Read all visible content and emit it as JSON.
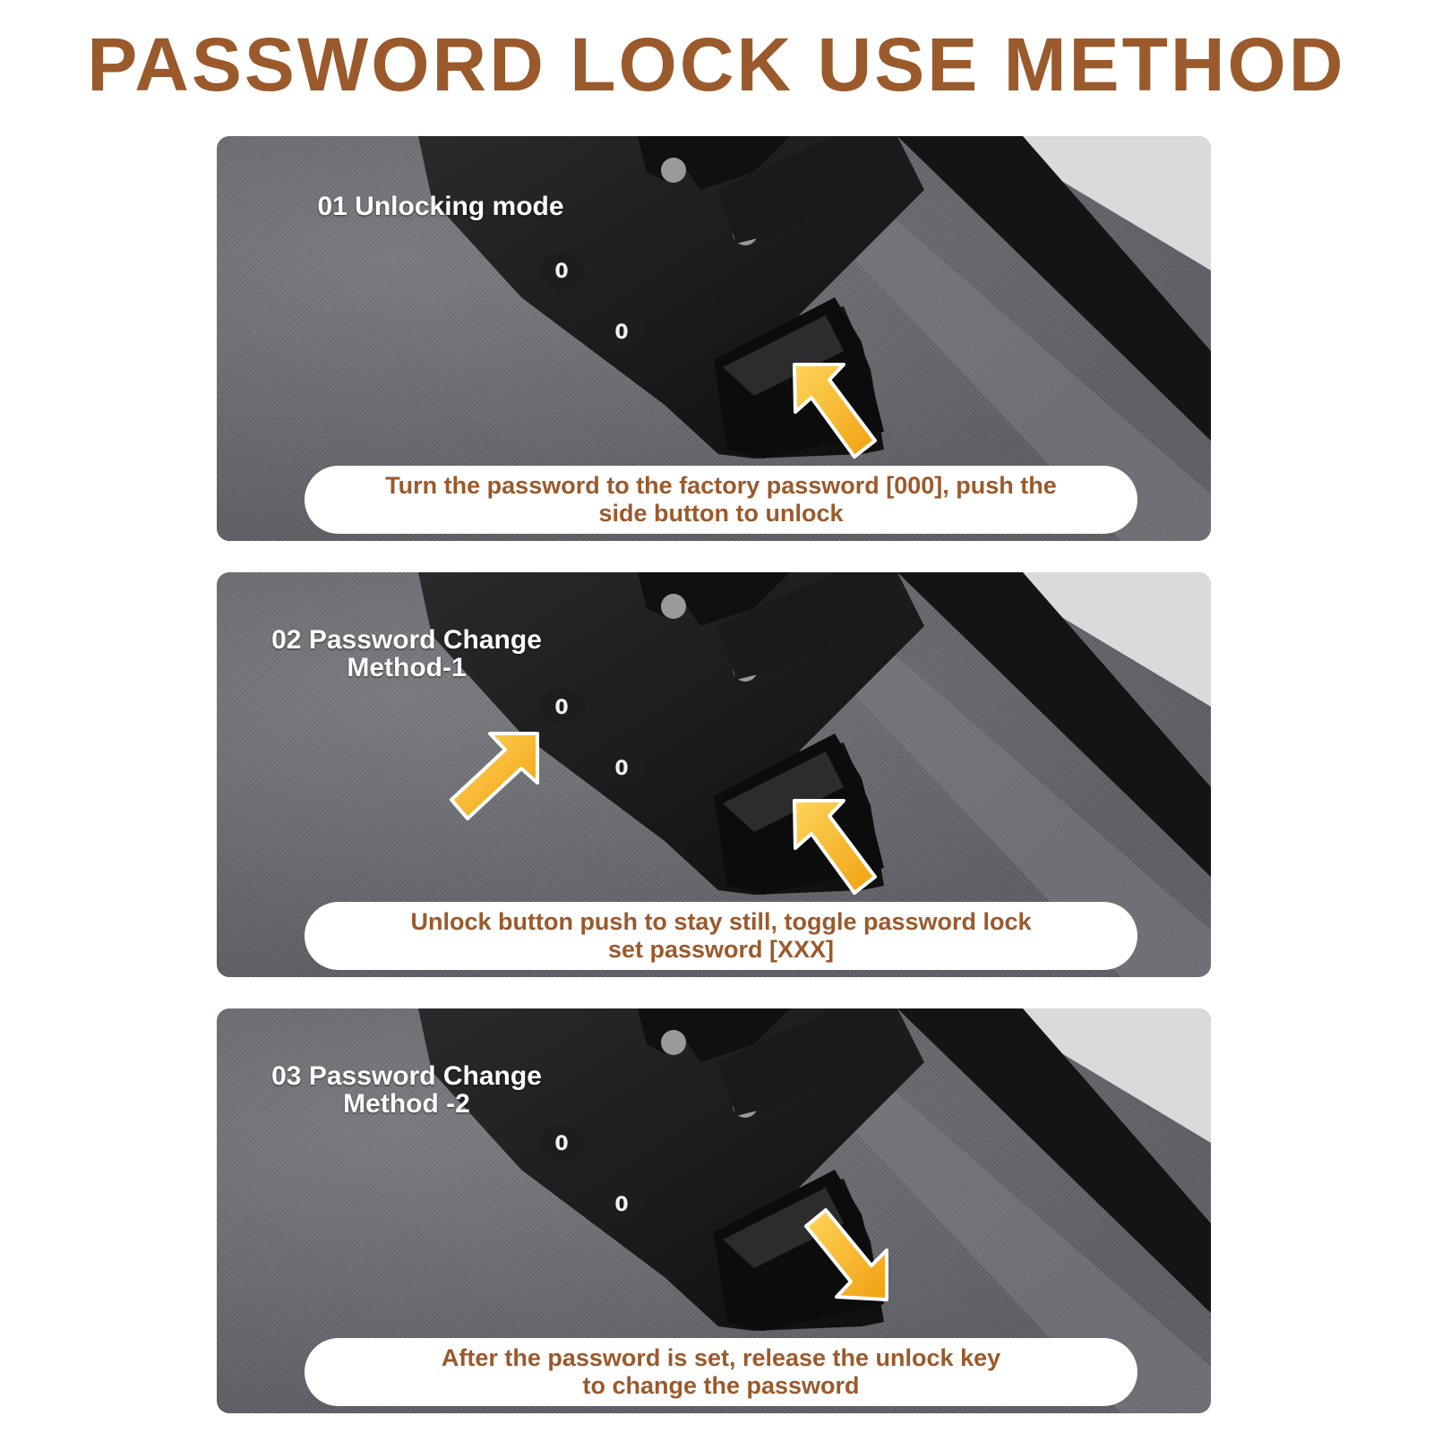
{
  "title": "PASSWORD LOCK USE METHOD",
  "colors": {
    "brand_brown": "#9a5a2c",
    "arrow_yellow": "#f7b21c",
    "fabric_gray": "#6a6c72",
    "lock_black": "#161616"
  },
  "dial_digit": "0",
  "steps": [
    {
      "label_line1": "01 Unlocking mode",
      "label_line2": "",
      "caption_line1": "Turn the password to the factory password [000], push the",
      "caption_line2": "side button to unlock",
      "arrow_icon": "arrow-up-left-icon"
    },
    {
      "label_line1": "02 Password Change",
      "label_line2": "Method-1",
      "caption_line1": "Unlock button push to stay still, toggle password lock",
      "caption_line2": "set password [XXX]",
      "arrow_icon": "arrow-up-right-icon"
    },
    {
      "label_line1": "03 Password Change",
      "label_line2": "Method -2",
      "caption_line1": "After the password is set, release the unlock key",
      "caption_line2": "to change the password",
      "arrow_icon": "arrow-down-right-icon"
    }
  ]
}
